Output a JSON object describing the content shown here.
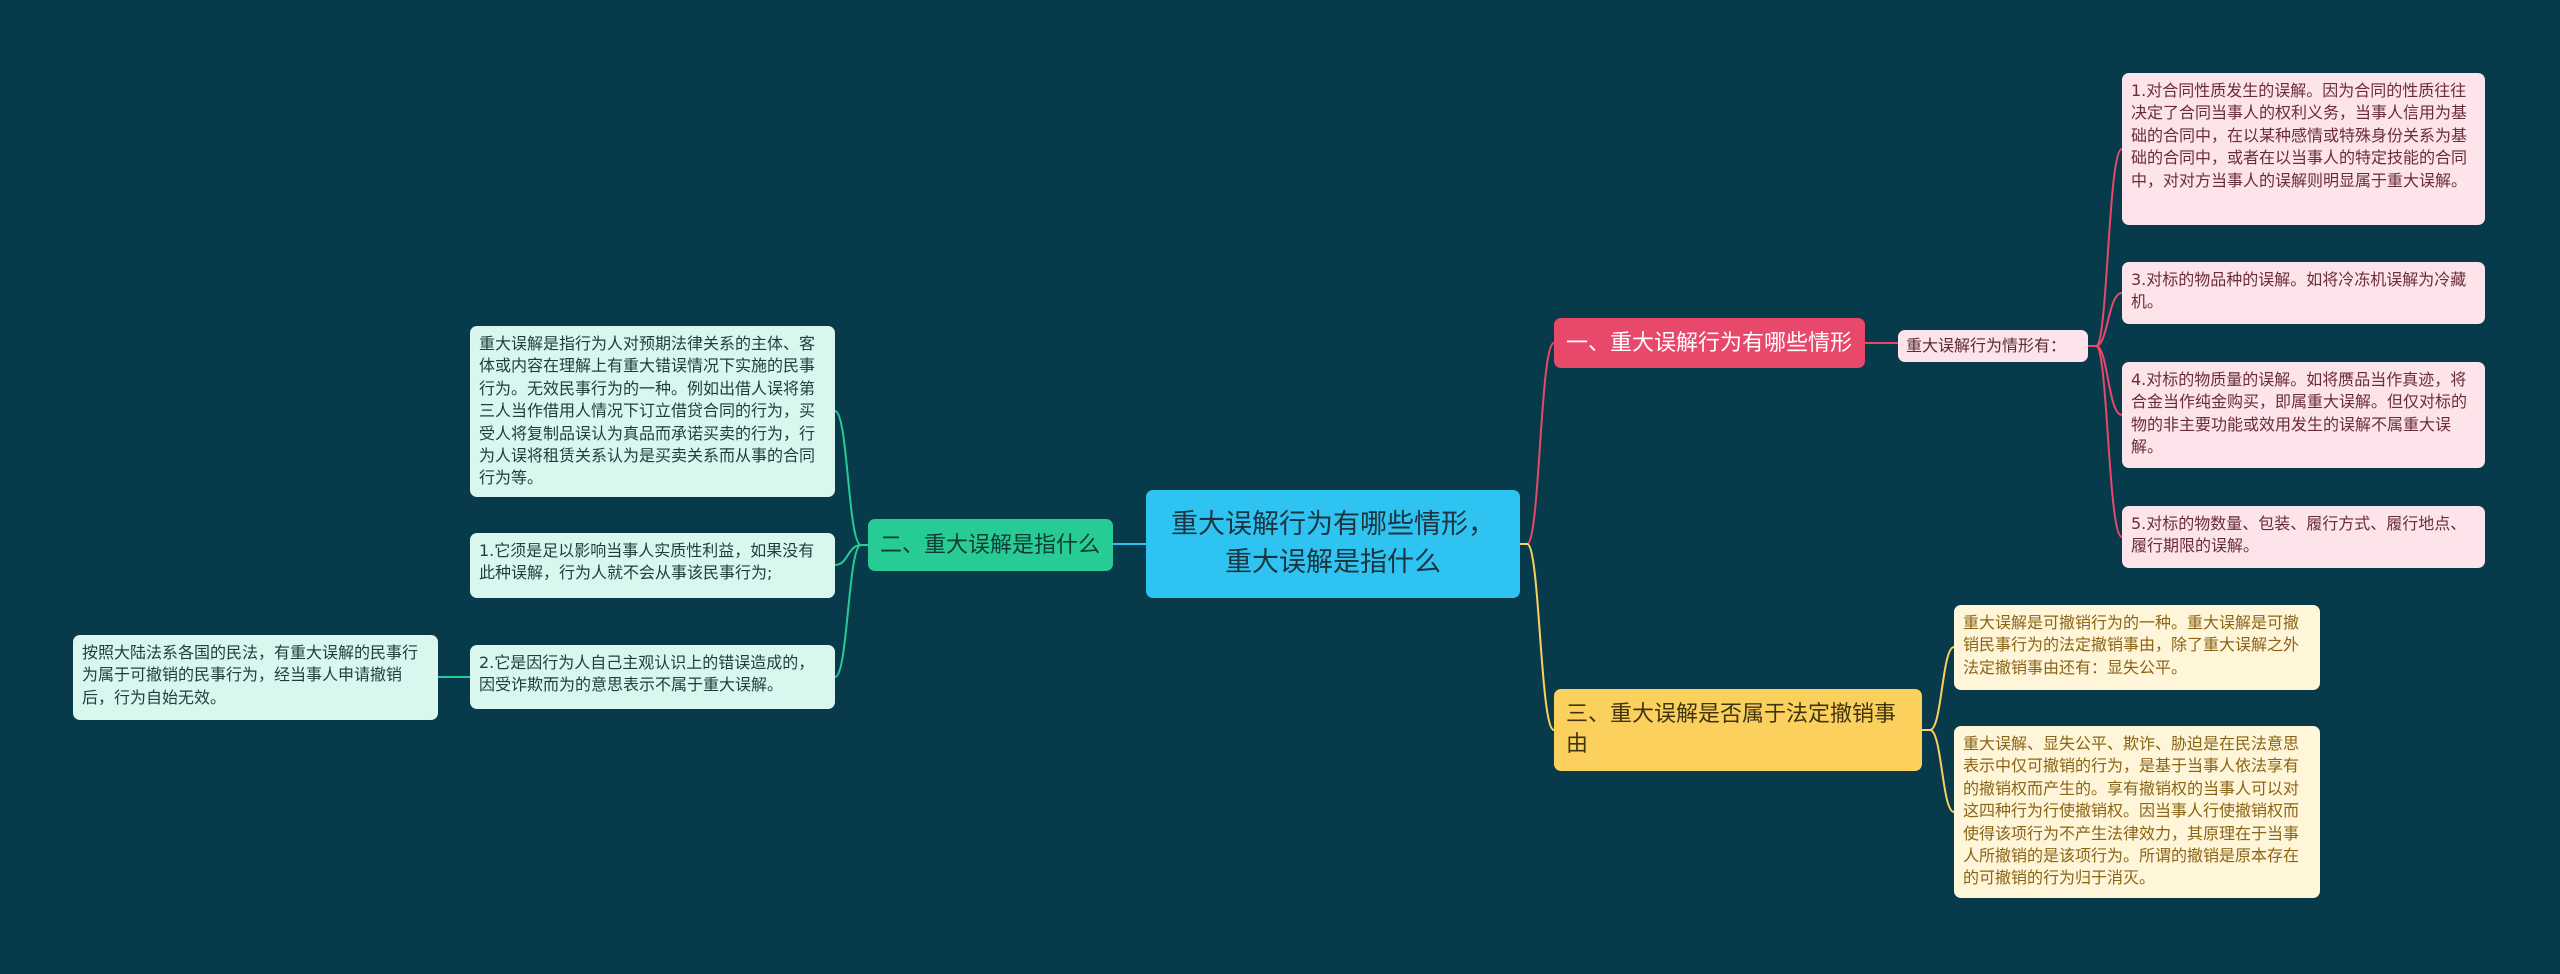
{
  "colors": {
    "background": "#073a4b",
    "root": "#2ec3f0",
    "branch_pink": "#e8486a",
    "branch_green": "#27cc94",
    "branch_yellow": "#fcd05c",
    "line_root": "#2ec3f0",
    "line_pink": "#e8486a",
    "line_green": "#27cc94",
    "line_yellow": "#fcd05c"
  },
  "root": {
    "label": "重大误解行为有哪些情形，重大误解是指什么"
  },
  "branch1": {
    "label": "一、重大误解行为有哪些情形",
    "mid_label": "重大误解行为情形有：",
    "items": [
      "1.对合同性质发生的误解。因为合同的性质往往决定了合同当事人的权利义务，当事人信用为基础的合同中，在以某种感情或特殊身份关系为基础的合同中，或者在以当事人的特定技能的合同中，对对方当事人的误解则明显属于重大误解。",
      "3.对标的物品种的误解。如将冷冻机误解为冷藏机。",
      "4.对标的物质量的误解。如将赝品当作真迹，将合金当作纯金购买，即属重大误解。但仅对标的物的非主要功能或效用发生的误解不属重大误解。",
      "5.对标的物数量、包装、履行方式、履行地点、履行期限的误解。"
    ]
  },
  "branch2": {
    "label": "二、重大误解是指什么",
    "items": [
      "重大误解是指行为人对预期法律关系的主体、客体或内容在理解上有重大错误情况下实施的民事行为。无效民事行为的一种。例如出借人误将第三人当作借用人情况下订立借贷合同的行为，买受人将复制品误认为真品而承诺买卖的行为，行为人误将租赁关系认为是买卖关系而从事的合同行为等。",
      "1.它须是足以影响当事人实质性利益，如果没有此种误解，行为人就不会从事该民事行为;",
      "2.它是因行为人自己主观认识上的错误造成的，因受诈欺而为的意思表示不属于重大误解。"
    ],
    "sub_item": "按照大陆法系各国的民法，有重大误解的民事行为属于可撤销的民事行为，经当事人申请撤销后，行为自始无效。"
  },
  "branch3": {
    "label": "三、重大误解是否属于法定撤销事由",
    "items": [
      "重大误解是可撤销行为的一种。重大误解是可撤销民事行为的法定撤销事由，除了重大误解之外法定撤销事由还有：显失公平。",
      "重大误解、显失公平、欺诈、胁迫是在民法意思表示中仅可撤销的行为，是基于当事人依法享有的撤销权而产生的。享有撤销权的当事人可以对这四种行为行使撤销权。因当事人行使撤销权而使得该项行为不产生法律效力，其原理在于当事人所撤销的是该项行为。所谓的撤销是原本存在的可撤销的行为归于消灭。"
    ]
  }
}
